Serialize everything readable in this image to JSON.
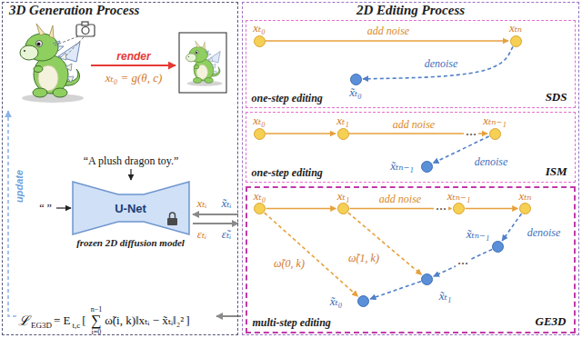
{
  "diagram": {
    "nodes": [
      {
        "text": [
          "3D Generation Process"
        ]
      },
      {
        "text": [
          "U-Net",
          "frozen 2D diffusion model"
        ],
        "in": 0
      },
      {
        "text": [
          "2D Editing Process"
        ]
      },
      {
        "text": [
          "one-step editing",
          "SDS"
        ],
        "in": 2
      },
      {
        "text": [
          "xₜ₀"
        ],
        "in": 3
      },
      {
        "text": [
          "xₜₙ"
        ],
        "in": 3
      },
      {
        "text": [
          "x̃ₜ₀"
        ],
        "in": 3
      },
      {
        "text": [
          "one-step editing",
          "ISM"
        ],
        "in": 2
      },
      {
        "text": [
          "xₜ₀"
        ],
        "in": 7
      },
      {
        "text": [
          "xₜ₁"
        ],
        "in": 7
      },
      {
        "text": [
          "xₜₙ₋₁"
        ],
        "in": 7
      },
      {
        "text": [
          "x̃ₜₙ₋₁"
        ],
        "in": 7
      },
      {
        "text": [
          "multi-step editing",
          "GE3D"
        ],
        "in": 2
      },
      {
        "text": [
          "xₜ₀"
        ],
        "in": 12
      },
      {
        "text": [
          "xₜ₁"
        ],
        "in": 12
      },
      {
        "text": [
          "xₜₙ₋₁"
        ],
        "in": 12
      },
      {
        "text": [
          "xₜₙ"
        ],
        "in": 12
      },
      {
        "text": [
          "x̃ₜₙ₋₁"
        ],
        "in": 12
      },
      {
        "text": [
          "x̃ₜ₁"
        ],
        "in": 12
      },
      {
        "text": [
          "x̃ₜ₀"
        ],
        "in": 12
      }
    ],
    "edges": [
      {
        "from": 4,
        "to": 5,
        "label": "add noise",
        "arrow": "to"
      },
      {
        "from": 5,
        "to": 6,
        "label": "denoise",
        "arrow": "to"
      },
      {
        "from": 8,
        "to": 9,
        "arrow": "to"
      },
      {
        "from": 9,
        "to": 10,
        "label": "add noise",
        "arrow": "to"
      },
      {
        "from": 10,
        "to": 11,
        "label": "denoise",
        "arrow": "to"
      },
      {
        "from": 13,
        "to": 14,
        "arrow": "to"
      },
      {
        "from": 14,
        "to": 15,
        "label": "add noise",
        "arrow": "to"
      },
      {
        "from": 15,
        "to": 16,
        "arrow": "to"
      },
      {
        "from": 16,
        "to": 17,
        "label": "denoise",
        "arrow": "to"
      },
      {
        "from": 17,
        "to": 18,
        "arrow": "to"
      },
      {
        "from": 18,
        "to": 19,
        "arrow": "to"
      },
      {
        "from": 13,
        "to": 19,
        "label": "ω̃(0, k)",
        "arrow": "to"
      },
      {
        "from": 14,
        "to": 18,
        "label": "ω̃(1, k)",
        "arrow": "to"
      }
    ],
    "labels": [
      "render",
      "xₜ₀ = g(θ, c)",
      "update",
      "“A plush dragon toy.”",
      "“ ”",
      "xₜᵢ",
      "x̃ₜᵢ",
      "εₜᵢ",
      "ε̃ₜᵢ",
      "ℒ",
      "EG3D",
      "= E",
      "t,c",
      "[",
      "n−1",
      "∑",
      "i=0",
      "ω̃(i, k)‖xₜᵢ − x̃ₜᵢ‖₂²",
      "]",
      "···",
      "···",
      "···"
    ]
  }
}
